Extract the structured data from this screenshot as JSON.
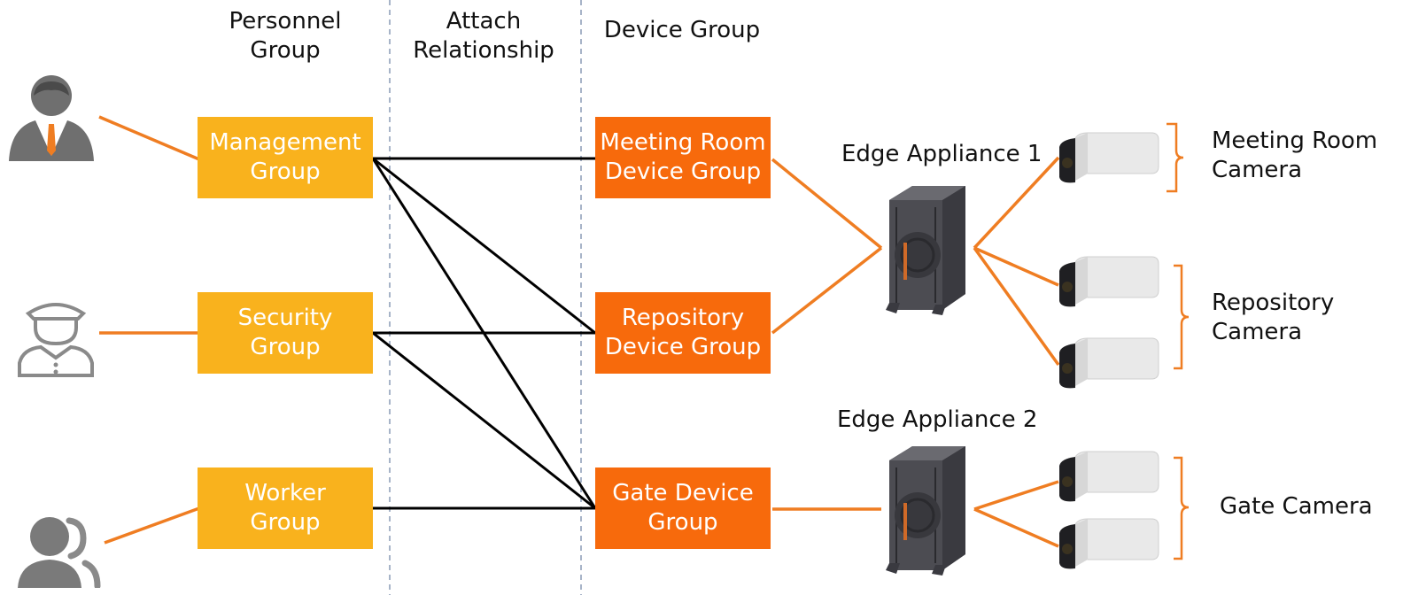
{
  "headers": {
    "personnel": "Personnel\nGroup",
    "attach": "Attach\nRelationship",
    "device": "Device Group"
  },
  "personnel_groups": [
    {
      "label": "Management\nGroup",
      "icon": "manager-icon"
    },
    {
      "label": "Security\nGroup",
      "icon": "security-guard-icon"
    },
    {
      "label": "Worker\nGroup",
      "icon": "workers-icon"
    }
  ],
  "device_groups": [
    {
      "label": "Meeting Room\nDevice Group"
    },
    {
      "label": "Repository\nDevice Group"
    },
    {
      "label": "Gate Device\nGroup"
    }
  ],
  "edge_appliances": [
    {
      "label": "Edge Appliance 1",
      "icon": "edge-appliance-icon"
    },
    {
      "label": "Edge Appliance 2",
      "icon": "edge-appliance-icon"
    }
  ],
  "cameras": [
    {
      "label": "Meeting Room\nCamera",
      "icon": "camera-icon"
    },
    {
      "label": "Repository\nCamera",
      "icon": "camera-icon"
    },
    {
      "label": "Gate Camera",
      "icon": "camera-icon"
    }
  ],
  "colors": {
    "personnel_box": "#f9b21d",
    "device_box": "#f76a0c",
    "orange_line": "#ef7d22",
    "attach_line": "#000000",
    "divider": "#8a9bb5",
    "icon_gray": "#6f6f6f"
  }
}
